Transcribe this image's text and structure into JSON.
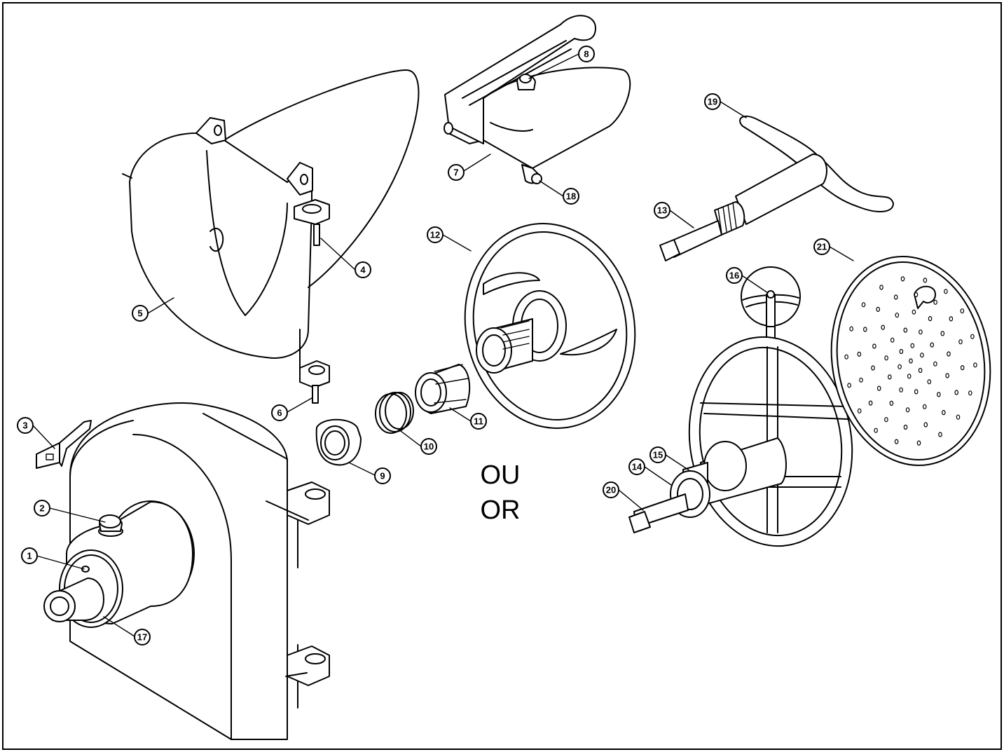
{
  "diagram": {
    "or_label_1": "OU",
    "or_label_2": "OR",
    "callouts": [
      {
        "id": "callout-1",
        "label": "1"
      },
      {
        "id": "callout-2",
        "label": "2"
      },
      {
        "id": "callout-3",
        "label": "3"
      },
      {
        "id": "callout-4",
        "label": "4"
      },
      {
        "id": "callout-5",
        "label": "5"
      },
      {
        "id": "callout-6",
        "label": "6"
      },
      {
        "id": "callout-7",
        "label": "7"
      },
      {
        "id": "callout-8",
        "label": "8"
      },
      {
        "id": "callout-9",
        "label": "9"
      },
      {
        "id": "callout-10",
        "label": "10"
      },
      {
        "id": "callout-11",
        "label": "11"
      },
      {
        "id": "callout-12",
        "label": "12"
      },
      {
        "id": "callout-13",
        "label": "13"
      },
      {
        "id": "callout-14",
        "label": "14"
      },
      {
        "id": "callout-15",
        "label": "15"
      },
      {
        "id": "callout-16",
        "label": "16"
      },
      {
        "id": "callout-17",
        "label": "17"
      },
      {
        "id": "callout-18",
        "label": "18"
      },
      {
        "id": "callout-19",
        "label": "19"
      },
      {
        "id": "callout-20",
        "label": "20"
      },
      {
        "id": "callout-21",
        "label": "21"
      }
    ]
  }
}
